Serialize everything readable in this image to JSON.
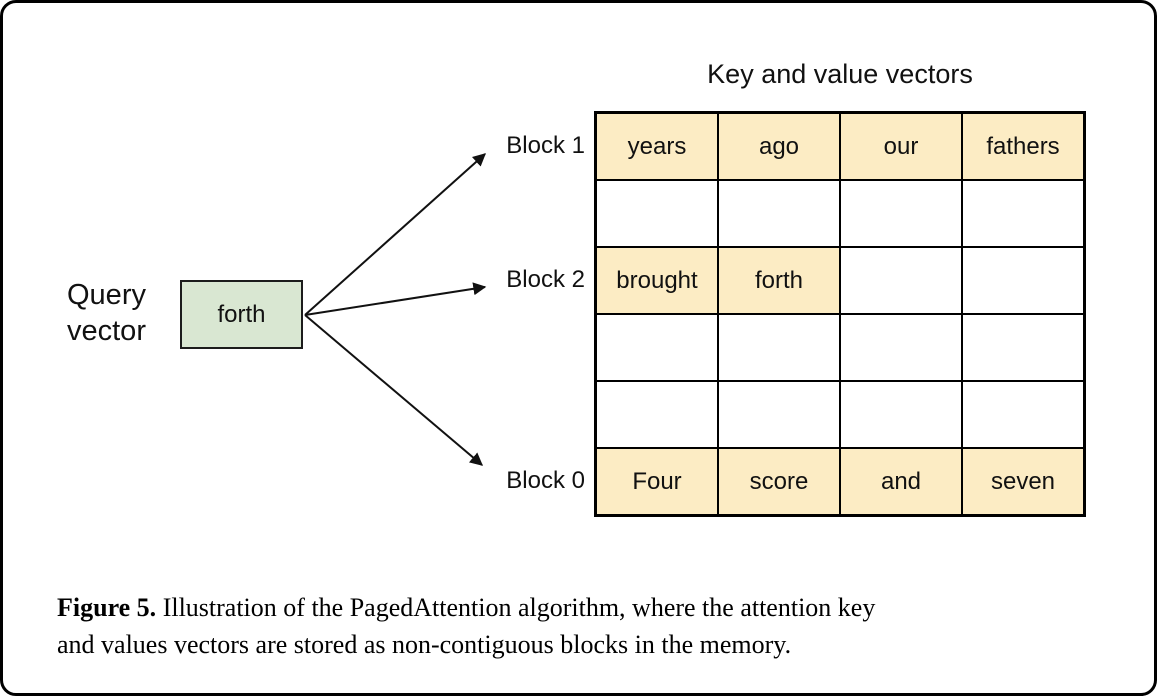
{
  "colors": {
    "cell_highlight": "#FCECC4",
    "query_box_fill": "#D9E7D2",
    "border": "#000000",
    "background": "#FFFFFF"
  },
  "diagram": {
    "title": "Key and value vectors",
    "query_label_line1": "Query",
    "query_label_line2": "vector",
    "query_box_text": "forth",
    "block_labels": [
      "Block 1",
      "Block 2",
      "Block 0"
    ]
  },
  "kv_table": {
    "columns": 4,
    "rows": [
      {
        "label": "Block 1",
        "cells": [
          "years",
          "ago",
          "our",
          "fathers"
        ]
      },
      {
        "label": "",
        "cells": [
          "",
          "",
          "",
          ""
        ]
      },
      {
        "label": "Block 2",
        "cells": [
          "brought",
          "forth",
          "",
          ""
        ]
      },
      {
        "label": "",
        "cells": [
          "",
          "",
          "",
          ""
        ]
      },
      {
        "label": "",
        "cells": [
          "",
          "",
          "",
          ""
        ]
      },
      {
        "label": "Block 0",
        "cells": [
          "Four",
          "score",
          "and",
          "seven"
        ]
      }
    ]
  },
  "caption": {
    "label": "Figure 5.",
    "line1": "Illustration of the PagedAttention algorithm, where the attention key",
    "line2": "and values vectors are stored as non-contiguous blocks in the memory."
  }
}
